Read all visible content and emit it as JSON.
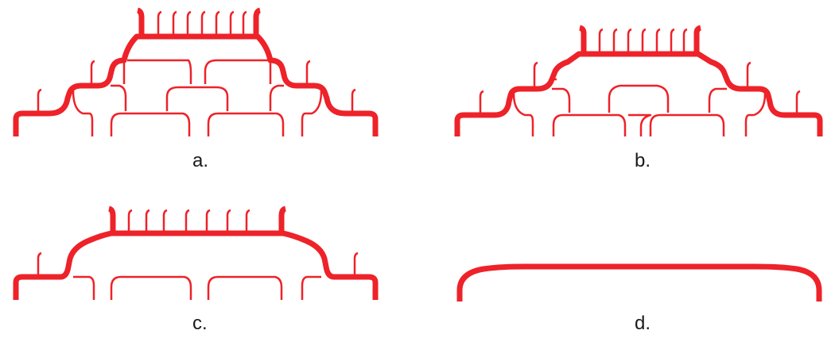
{
  "colors": {
    "structure": "#ee2229",
    "background": "#ffffff",
    "label": "#1a1a1a"
  },
  "panels": [
    {
      "id": "a",
      "label": "a."
    },
    {
      "id": "b",
      "label": "b."
    },
    {
      "id": "c",
      "label": "c."
    },
    {
      "id": "d",
      "label": "d."
    }
  ]
}
